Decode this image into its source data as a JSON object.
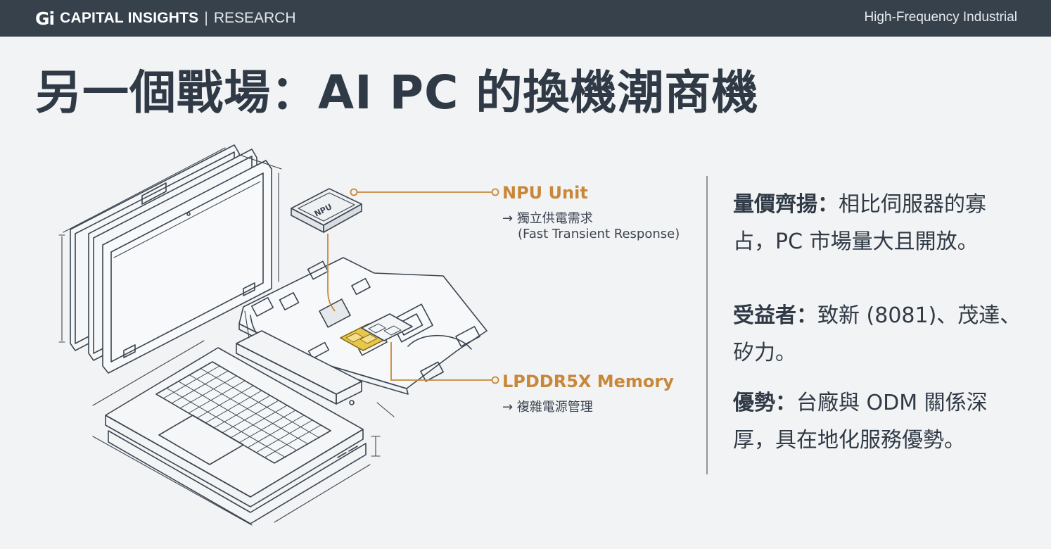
{
  "header": {
    "logo_mark": "Gi",
    "brand": "CAPITAL INSIGHTS",
    "separator": "|",
    "section": "RESEARCH",
    "tag": "High-Frequency Industrial"
  },
  "title": "另一個戰場：AI PC 的換機潮商機",
  "callouts": [
    {
      "title": "NPU Unit",
      "line1": "→ 獨立供電需求",
      "line2": "(Fast Transient Response)"
    },
    {
      "title": "LPDDR5X Memory",
      "line1": "→ 複雜電源管理"
    }
  ],
  "diagram_labels": {
    "npu_chip": "NPU"
  },
  "points": [
    {
      "label": "量價齊揚：",
      "text": "相比伺服器的寡占，PC 市場量大且開放。"
    },
    {
      "label": "受益者：",
      "text": "致新 (8081)、茂達、矽力。"
    },
    {
      "label": "優勢：",
      "text": "台廠與 ODM 關係深厚，具在地化服務優勢。"
    }
  ],
  "colors": {
    "header_bg": "#36414c",
    "page_bg": "#f2f3f4",
    "accent": "#c8883a",
    "memory_highlight": "#e8c84a",
    "ink": "#2f3a46"
  }
}
